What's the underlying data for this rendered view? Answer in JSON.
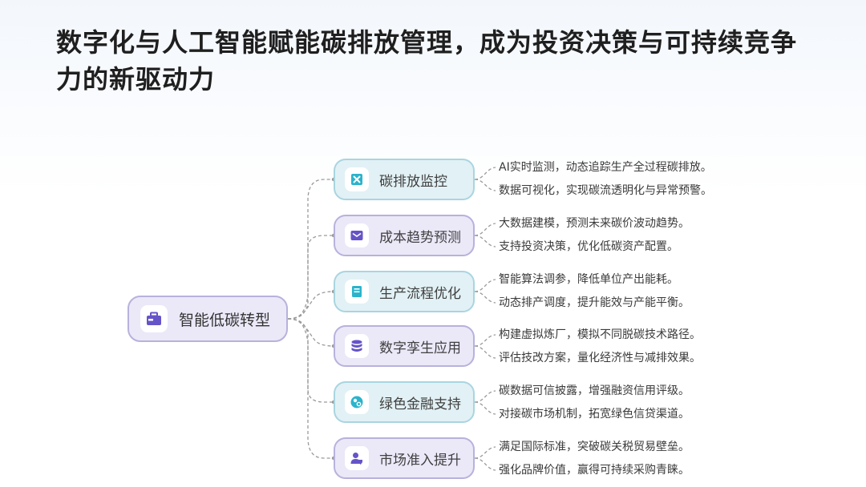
{
  "title": "数字化与人工智能赋能碳排放管理，成为投资决策与可持续竞争力的新驱动力",
  "root": {
    "label": "智能低碳转型",
    "icon": "briefcase-icon"
  },
  "branches": [
    {
      "label": "碳排放监控",
      "icon": "crossed-tools-icon",
      "style": "teal",
      "leaves": [
        "AI实时监测，动态追踪生产全过程碳排放。",
        "数据可视化，实现碳流透明化与异常预警。"
      ]
    },
    {
      "label": "成本趋势预测",
      "icon": "mail-icon",
      "style": "purple",
      "leaves": [
        "大数据建模，预测未来碳价波动趋势。",
        "支持投资决策，优化低碳资产配置。"
      ]
    },
    {
      "label": "生产流程优化",
      "icon": "document-tray-icon",
      "style": "teal",
      "leaves": [
        "智能算法调参，降低单位产出能耗。",
        "动态排产调度，提升能效与产能平衡。"
      ]
    },
    {
      "label": "数字孪生应用",
      "icon": "database-icon",
      "style": "purple",
      "leaves": [
        "构建虚拟炼厂，模拟不同脱碳技术路径。",
        "评估技改方案，量化经济性与减排效果。"
      ]
    },
    {
      "label": "绿色金融支持",
      "icon": "finance-circle-icon",
      "style": "teal",
      "leaves": [
        "碳数据可信披露，增强融资信用评级。",
        "对接碳市场机制，拓宽绿色信贷渠道。"
      ]
    },
    {
      "label": "市场准入提升",
      "icon": "user-shield-icon",
      "style": "purple",
      "leaves": [
        "满足国际标准，突破碳关税贸易壁垒。",
        "强化品牌价值，赢得可持续采购青睐。"
      ]
    }
  ],
  "colors": {
    "teal_fill": "#e2f1f5",
    "teal_border": "#a9d5e0",
    "teal_icon": "#2bb3cc",
    "purple_fill": "#ebe8f8",
    "purple_border": "#b7b2dc",
    "purple_icon": "#6554c8"
  }
}
